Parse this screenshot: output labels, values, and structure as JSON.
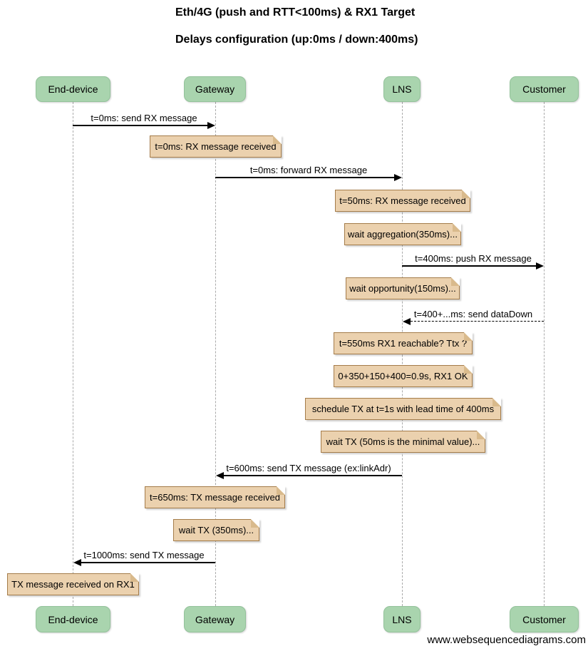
{
  "title": {
    "line1": "Eth/4G (push and RTT<100ms) & RX1 Target",
    "line2": "Delays configuration (up:0ms / down:400ms)"
  },
  "actors": [
    {
      "id": "end-device",
      "label": "End-device"
    },
    {
      "id": "gateway",
      "label": "Gateway"
    },
    {
      "id": "lns",
      "label": "LNS"
    },
    {
      "id": "customer",
      "label": "Customer"
    }
  ],
  "messages": [
    {
      "from": "End-device",
      "to": "Gateway",
      "style": "solid",
      "label": "t=0ms: send RX message"
    },
    {
      "from": "Gateway",
      "to": "LNS",
      "style": "solid",
      "label": "t=0ms: forward RX message"
    },
    {
      "from": "LNS",
      "to": "Customer",
      "style": "solid",
      "label": "t=400ms: push RX message"
    },
    {
      "from": "Customer",
      "to": "LNS",
      "style": "dashed",
      "label": "t=400+...ms: send dataDown"
    },
    {
      "from": "LNS",
      "to": "Gateway",
      "style": "solid",
      "label": "t=600ms: send TX message (ex:linkAdr)"
    },
    {
      "from": "Gateway",
      "to": "End-device",
      "style": "solid",
      "label": "t=1000ms: send TX message"
    }
  ],
  "notes": [
    {
      "over": "Gateway",
      "text": "t=0ms: RX message received"
    },
    {
      "over": "LNS",
      "text": "t=50ms: RX message received"
    },
    {
      "over": "LNS",
      "text": "wait aggregation(350ms)..."
    },
    {
      "over": "LNS",
      "text": "wait opportunity(150ms)..."
    },
    {
      "over": "LNS",
      "text": "t=550ms RX1 reachable? Ttx ?"
    },
    {
      "over": "LNS",
      "text": "0+350+150+400=0.9s, RX1 OK"
    },
    {
      "over": "LNS",
      "text": "schedule TX at t=1s with lead time of 400ms"
    },
    {
      "over": "LNS",
      "text": "wait TX (50ms is the minimal value)..."
    },
    {
      "over": "Gateway",
      "text": "t=650ms: TX message received"
    },
    {
      "over": "Gateway",
      "text": "wait TX (350ms)..."
    },
    {
      "over": "End-device",
      "text": "TX message received on RX1"
    }
  ],
  "watermark": "www.websequencediagrams.com",
  "colors": {
    "actor_fill": "#A9D4AE",
    "actor_border": "#93C29A",
    "note_fill": "#EBD1AE",
    "note_border": "#A47C4A",
    "note_fold": "#D9BA8C",
    "lifeline": "#AAAAAA",
    "arrow": "#000000"
  }
}
